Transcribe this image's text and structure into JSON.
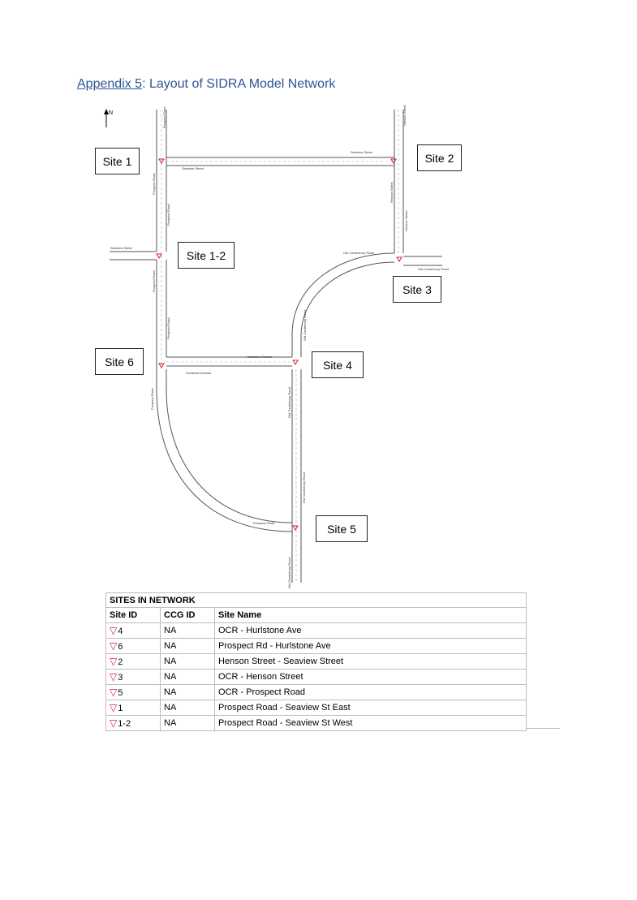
{
  "heading": {
    "ref": "Appendix 5",
    "rest": ": Layout of SIDRA Model Network"
  },
  "north": "N",
  "sites": [
    {
      "label": "Site 1"
    },
    {
      "label": "Site 2"
    },
    {
      "label": "Site 1-2"
    },
    {
      "label": "Site 3"
    },
    {
      "label": "Site 6"
    },
    {
      "label": "Site 4"
    },
    {
      "label": "Site 5"
    }
  ],
  "road_labels": {
    "prospect_road": "Prospect Road",
    "seaview_street": "Seaview Street",
    "henson_street": "Henson Street",
    "old_canterbury_road": "Old Canterbury Road",
    "hurlstone_avenue": "Hurlstone Avenue"
  },
  "table": {
    "title": "SITES IN NETWORK",
    "headers": [
      "Site ID",
      "CCG ID",
      "Site Name"
    ],
    "marker_color": "#d2232a",
    "rows": [
      {
        "id": "4",
        "ccg": "NA",
        "name": "OCR - Hurlstone Ave"
      },
      {
        "id": "6",
        "ccg": "NA",
        "name": "Prospect Rd - Hurlstone Ave"
      },
      {
        "id": "2",
        "ccg": "NA",
        "name": "Henson Street - Seaview Street"
      },
      {
        "id": "3",
        "ccg": "NA",
        "name": "OCR - Henson Street"
      },
      {
        "id": "5",
        "ccg": "NA",
        "name": "OCR - Prospect Road"
      },
      {
        "id": "1",
        "ccg": "NA",
        "name": "Prospect Road - Seaview St East"
      },
      {
        "id": "1-2",
        "ccg": "NA",
        "name": "Prospect Road - Seaview St West"
      }
    ]
  }
}
